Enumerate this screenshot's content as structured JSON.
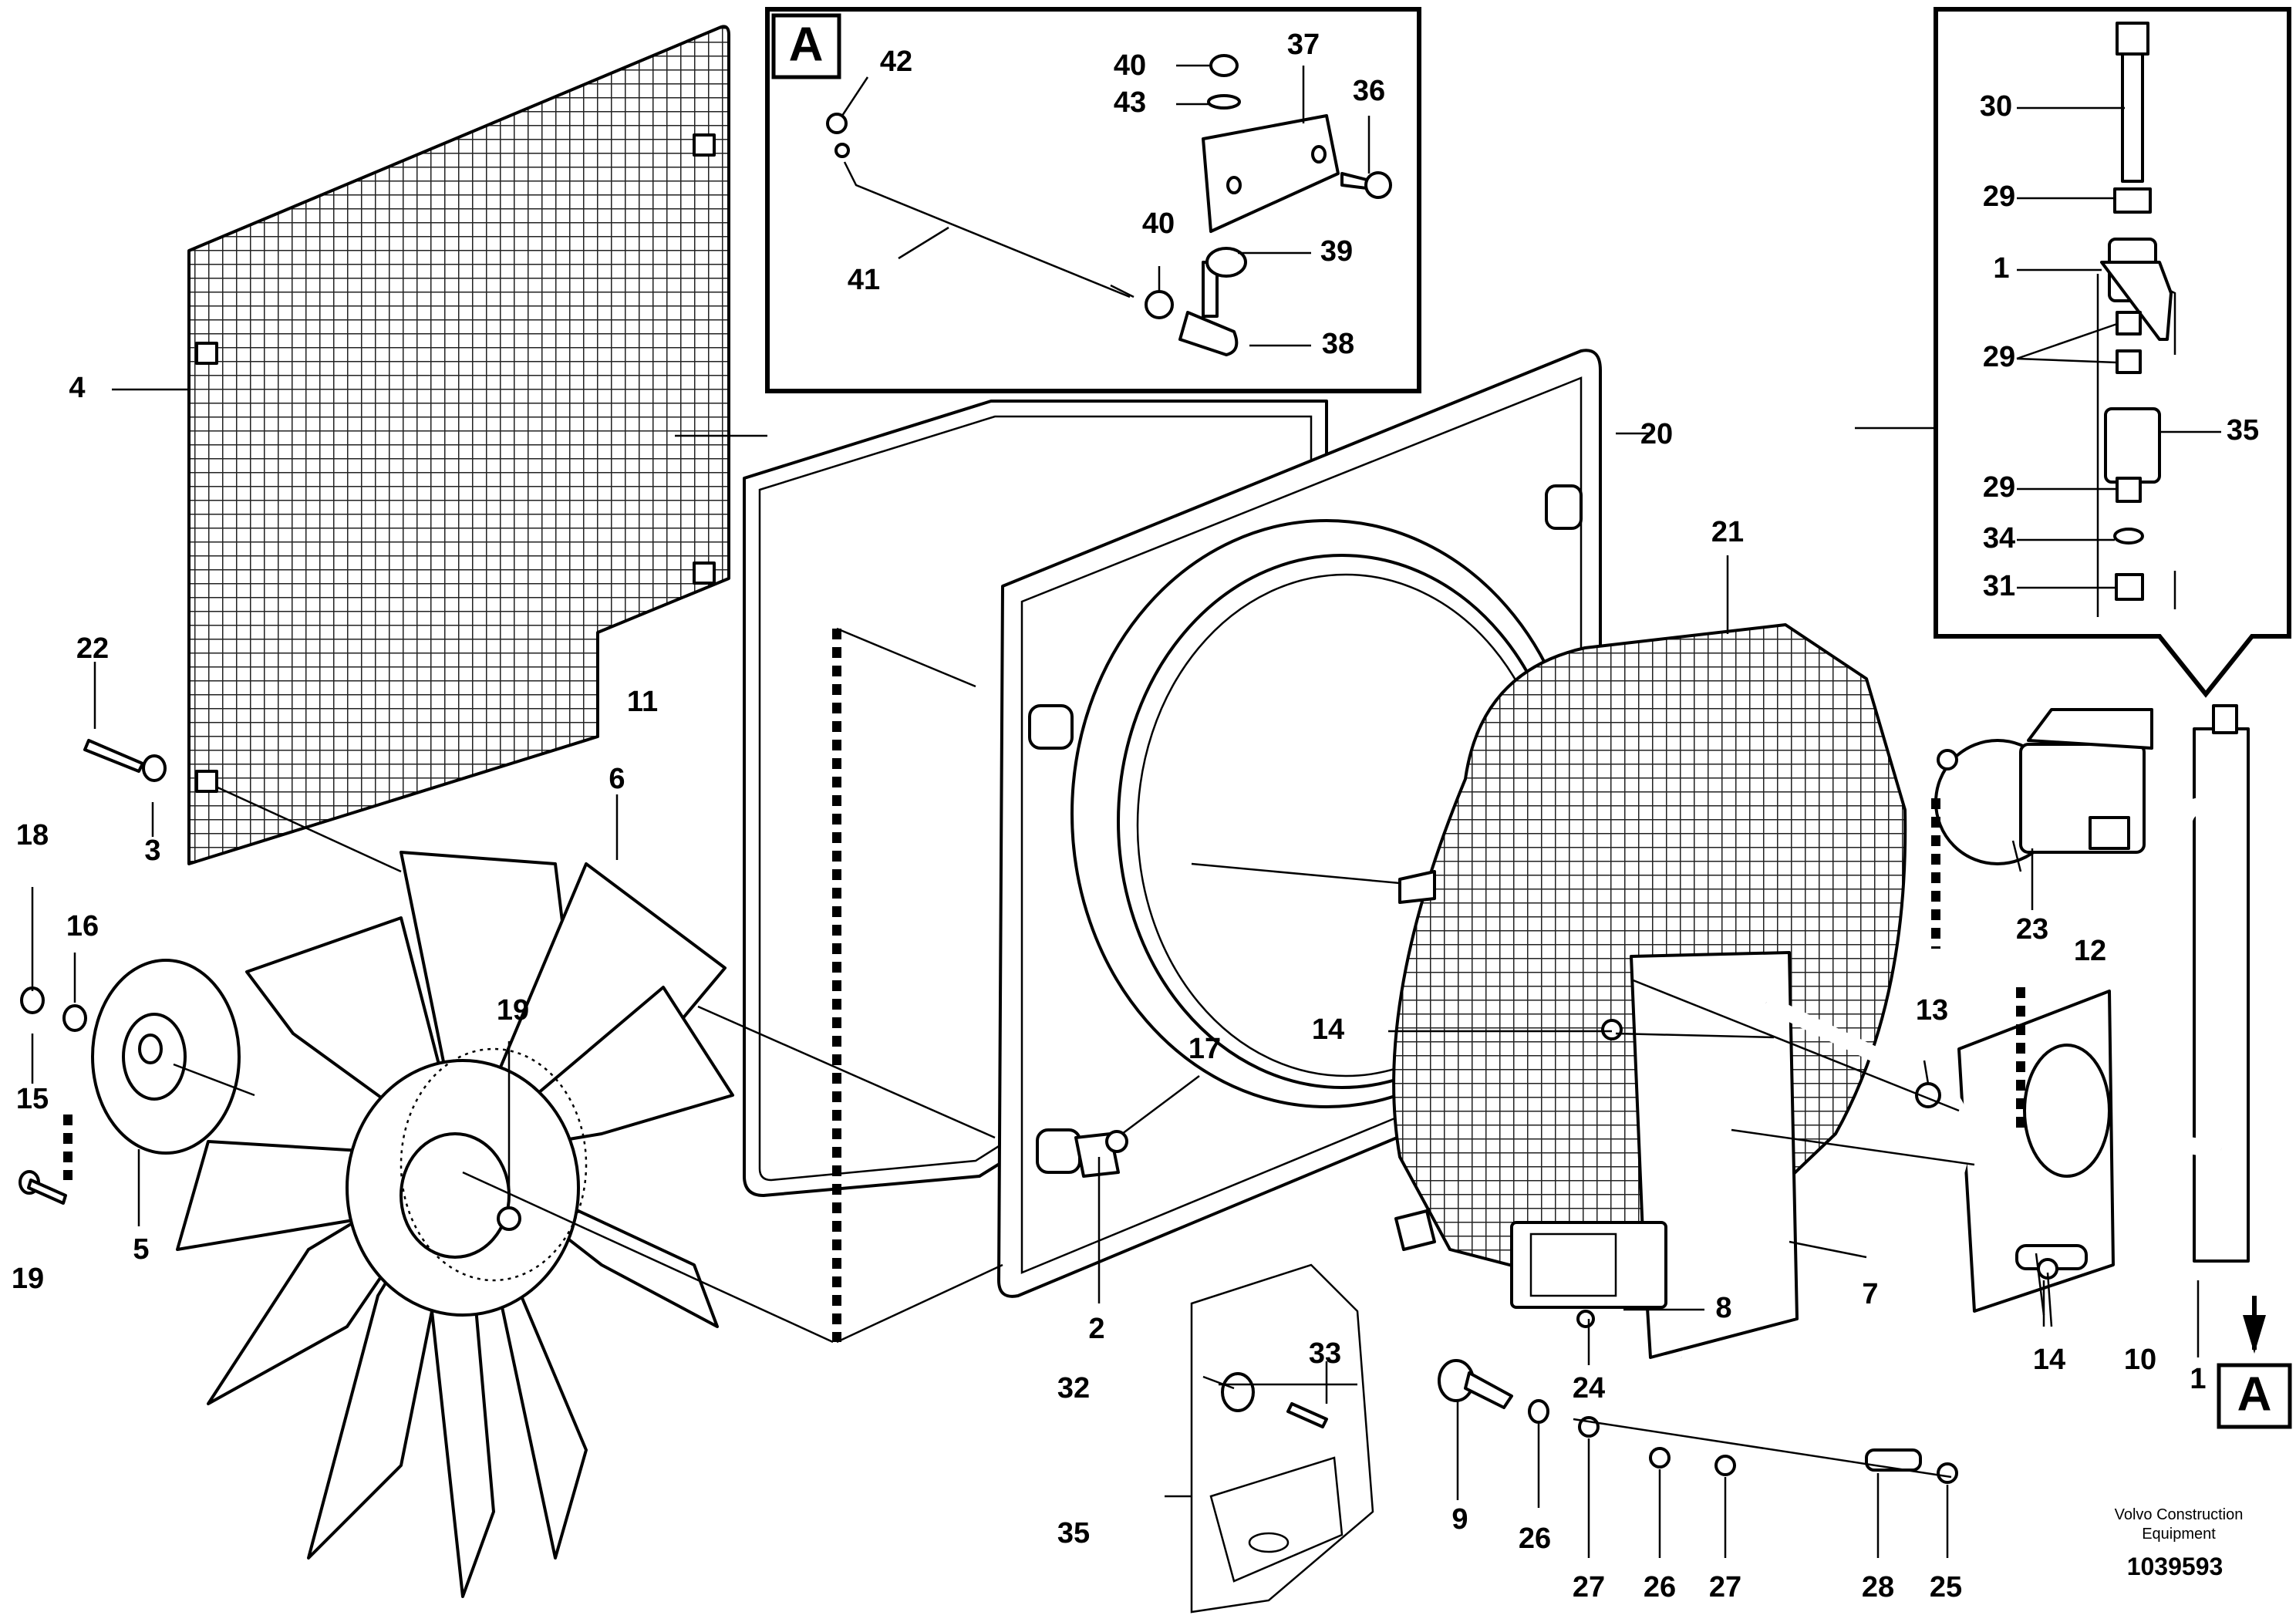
{
  "diagram": {
    "title": "",
    "parts": {
      "p1": "1",
      "p2": "2",
      "p3": "3",
      "p4": "4",
      "p5": "5",
      "p6": "6",
      "p7": "7",
      "p8": "8",
      "p9": "9",
      "p10": "10",
      "p11": "11",
      "p12": "12",
      "p13": "13",
      "p14": "14",
      "p15": "15",
      "p16": "16",
      "p17": "17",
      "p18": "18",
      "p19": "19",
      "p20": "20",
      "p21": "21",
      "p22": "22",
      "p23": "23",
      "p24": "24",
      "p25": "25",
      "p26": "26",
      "p27": "27",
      "p28": "28",
      "p29": "29",
      "p30": "30",
      "p31": "31",
      "p32": "32",
      "p33": "33",
      "p34": "34",
      "p35": "35",
      "p36": "36",
      "p37": "37",
      "p38": "38",
      "p39": "39",
      "p40": "40",
      "p41": "41",
      "p42": "42",
      "p43": "43"
    },
    "detail_label": "A"
  },
  "footer": {
    "brand_line1": "Volvo Construction",
    "brand_line2": "Equipment",
    "doc_number": "1039593"
  }
}
